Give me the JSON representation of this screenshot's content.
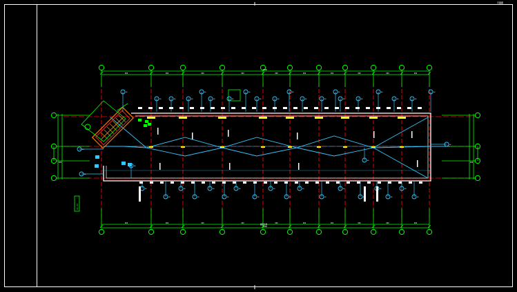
{
  "title_block": {
    "code": "平面图",
    "drawing_title": "图纸名称"
  },
  "dimension_labels": {
    "overall": "0000",
    "bay": "000",
    "side": "000"
  },
  "tag_text": "00",
  "note_text": "XX-XX",
  "colors": {
    "background": "#000000",
    "frame": "#ffffff",
    "axis_grid": "#00ff00",
    "column_line": "#ff0000",
    "wall": "#ffffff",
    "bracing": "#33c8ff",
    "stair": "#ffaa00",
    "tag": "#33c8ff",
    "text": "#ffffff",
    "accent": "#ffff00"
  }
}
